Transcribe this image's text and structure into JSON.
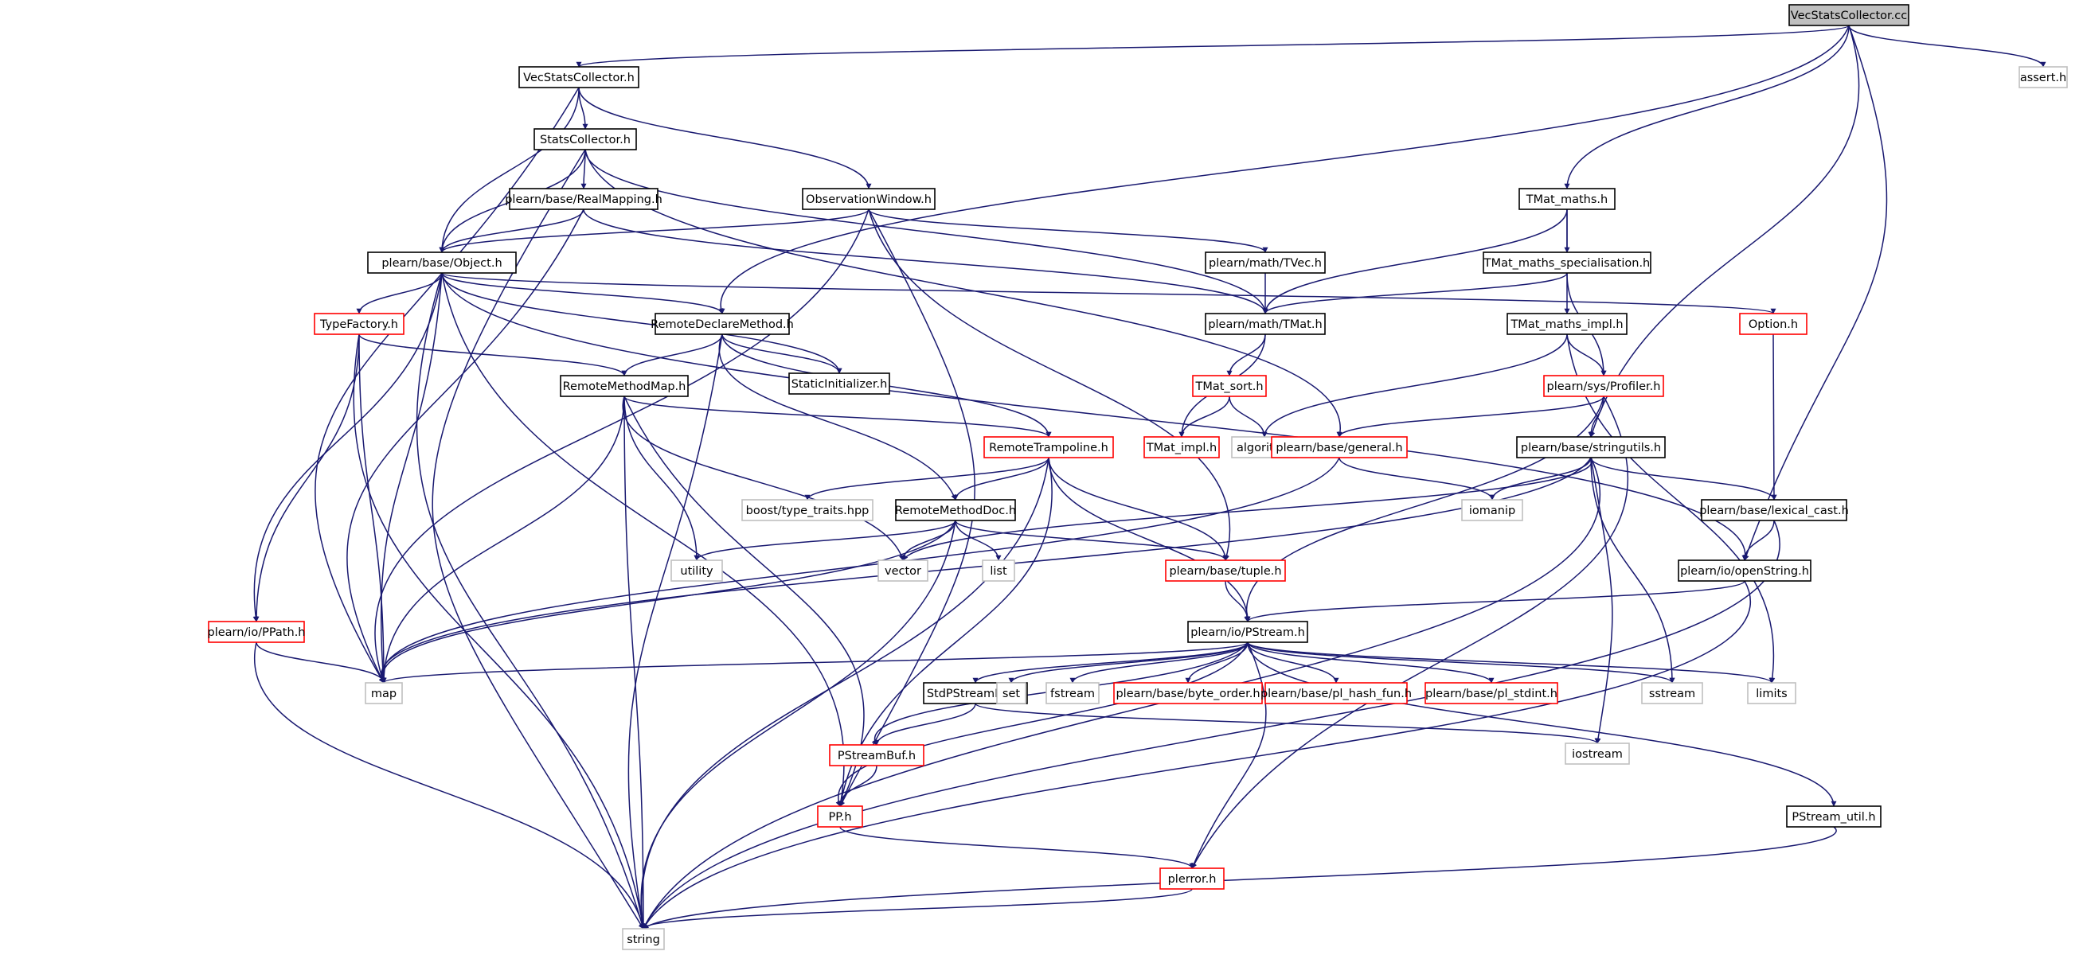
{
  "colors": {
    "edge": "#191970",
    "internal_border": "#000000",
    "linked_border": "#ff0000",
    "external_border": "#bfbfbf",
    "root_fill": "#bfbfbf",
    "text": "#000000",
    "background": "#ffffff"
  },
  "nodes": {
    "vsc_cc": {
      "label": "VecStatsCollector.cc",
      "kind": "root"
    },
    "vsc_h": {
      "label": "VecStatsCollector.h",
      "kind": "internal"
    },
    "assert_h": {
      "label": "assert.h",
      "kind": "external"
    },
    "tmat_maths": {
      "label": "TMat_maths.h",
      "kind": "internal"
    },
    "stats_h": {
      "label": "StatsCollector.h",
      "kind": "internal"
    },
    "realmapping": {
      "label": "plearn/base/RealMapping.h",
      "kind": "internal"
    },
    "obswin": {
      "label": "ObservationWindow.h",
      "kind": "internal"
    },
    "tmat_spec": {
      "label": "TMat_maths_specialisation.h",
      "kind": "internal"
    },
    "object_h": {
      "label": "plearn/base/Object.h",
      "kind": "internal"
    },
    "tvec_h": {
      "label": "plearn/math/TVec.h",
      "kind": "internal"
    },
    "option_h": {
      "label": "Option.h",
      "kind": "linked"
    },
    "typefactory": {
      "label": "TypeFactory.h",
      "kind": "linked"
    },
    "remotedecl": {
      "label": "RemoteDeclareMethod.h",
      "kind": "internal"
    },
    "tmat_h": {
      "label": "plearn/math/TMat.h",
      "kind": "internal"
    },
    "tmat_impl": {
      "label": "TMat_maths_impl.h",
      "kind": "internal"
    },
    "remotemap": {
      "label": "RemoteMethodMap.h",
      "kind": "internal"
    },
    "staticinit": {
      "label": "StaticInitializer.h",
      "kind": "internal"
    },
    "tmat_sort": {
      "label": "TMat_sort.h",
      "kind": "linked"
    },
    "profiler": {
      "label": "plearn/sys/Profiler.h",
      "kind": "linked"
    },
    "algorithm": {
      "label": "algorithm",
      "kind": "external"
    },
    "tmat_impl2": {
      "label": "TMat_impl.h",
      "kind": "linked"
    },
    "general_h": {
      "label": "plearn/base/general.h",
      "kind": "linked"
    },
    "remotetramp": {
      "label": "RemoteTrampoline.h",
      "kind": "linked"
    },
    "stringutils": {
      "label": "plearn/base/stringutils.h",
      "kind": "internal"
    },
    "boost_tt": {
      "label": "boost/type_traits.hpp",
      "kind": "external"
    },
    "remotedoc": {
      "label": "RemoteMethodDoc.h",
      "kind": "internal"
    },
    "iomanip": {
      "label": "iomanip",
      "kind": "external"
    },
    "lexical_cast": {
      "label": "plearn/base/lexical_cast.h",
      "kind": "internal"
    },
    "utility": {
      "label": "utility",
      "kind": "external"
    },
    "vector": {
      "label": "vector",
      "kind": "external"
    },
    "list": {
      "label": "list",
      "kind": "external"
    },
    "tuple_h": {
      "label": "plearn/base/tuple.h",
      "kind": "linked"
    },
    "openstring": {
      "label": "plearn/io/openString.h",
      "kind": "internal"
    },
    "ppath_h": {
      "label": "plearn/io/PPath.h",
      "kind": "linked"
    },
    "pstream_h": {
      "label": "plearn/io/PStream.h",
      "kind": "internal"
    },
    "map": {
      "label": "map",
      "kind": "external"
    },
    "stdpstreambuf": {
      "label": "StdPStreamBuf.h",
      "kind": "internal"
    },
    "set": {
      "label": "set",
      "kind": "external"
    },
    "fstream": {
      "label": "fstream",
      "kind": "external"
    },
    "byte_order": {
      "label": "plearn/base/byte_order.h",
      "kind": "linked"
    },
    "pl_hash": {
      "label": "plearn/base/pl_hash_fun.h",
      "kind": "linked"
    },
    "pl_stdint": {
      "label": "plearn/base/pl_stdint.h",
      "kind": "linked"
    },
    "sstream": {
      "label": "sstream",
      "kind": "external"
    },
    "limits": {
      "label": "limits",
      "kind": "external"
    },
    "pstreambuf": {
      "label": "PStreamBuf.h",
      "kind": "linked"
    },
    "iostream": {
      "label": "iostream",
      "kind": "external"
    },
    "pp_h": {
      "label": "PP.h",
      "kind": "linked"
    },
    "pstream_util": {
      "label": "PStream_util.h",
      "kind": "internal"
    },
    "plerror": {
      "label": "plerror.h",
      "kind": "linked"
    },
    "string": {
      "label": "string",
      "kind": "external"
    }
  }
}
